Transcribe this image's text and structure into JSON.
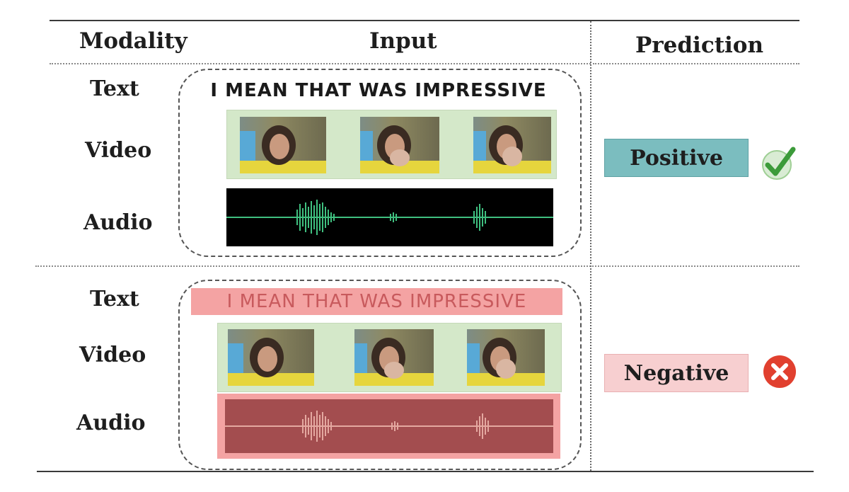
{
  "header": {
    "modality": "Modality",
    "input": "Input",
    "prediction": "Prediction"
  },
  "examples": [
    {
      "modalities": [
        "Text",
        "Video",
        "Audio"
      ],
      "utterance": "I MEAN THAT WAS IMPRESSIVE",
      "prediction": "Positive",
      "prediction_color": "#7bbdbf",
      "result_icon": "check-icon",
      "result_color": "#4cb848",
      "audio_background": "#000000",
      "waveform_color": "#3fbf7f"
    },
    {
      "modalities": [
        "Text",
        "Video",
        "Audio"
      ],
      "utterance": "I MEAN THAT WAS IMPRESSIVE",
      "prediction": "Negative",
      "prediction_color": "#f7cfd0",
      "result_icon": "cross-circle-icon",
      "result_color": "#e1402f",
      "text_highlight": "#f4a3a3",
      "audio_background": "#a34d4f",
      "waveform_color": "#e4a8a0"
    }
  ]
}
